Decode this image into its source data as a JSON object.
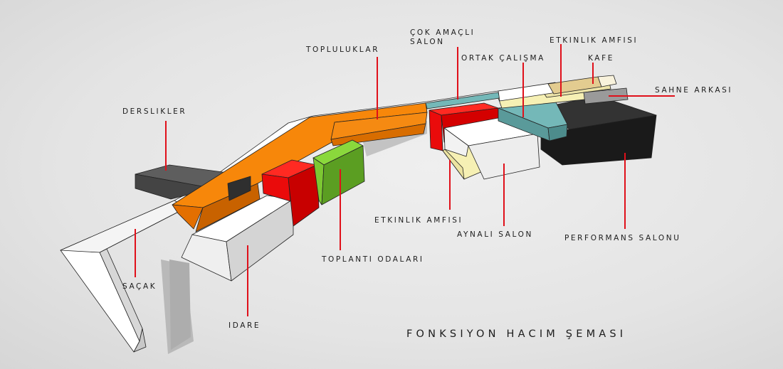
{
  "title": "FONKSIYON HACIM ŞEMASI",
  "colors": {
    "leader": "#e0101a",
    "orange": "#f7870a",
    "red": "#ea0b0b",
    "green": "#6cc22a",
    "teal": "#74b8b8",
    "black": "#1e1e1e",
    "grey": "#5a5a5a",
    "yellow": "#f6f0b4",
    "tan": "#e3cc90",
    "white": "#ffffff"
  },
  "labels": {
    "derslikler": "DERSLIKLER",
    "topluluklar": "TOPLULUKLAR",
    "cok_amacli_1": "ÇOK AMAÇLI",
    "cok_amacli_2": "SALON",
    "ortak_calisma": "ORTAK ÇALIŞMA",
    "etkinlik_amfisi_top": "ETKINLIK AMFISI",
    "kafe": "KAFE",
    "sahne_arkasi": "SAHNE ARKASI",
    "sacak": "SAÇAK",
    "idare": "IDARE",
    "toplanti_odalari": "TOPLANTI ODALARI",
    "etkinlik_amfisi_bottom": "ETKINLIK AMFISI",
    "aynali_salon": "AYNALI SALON",
    "performans_salonu": "PERFORMANS SALONU"
  }
}
